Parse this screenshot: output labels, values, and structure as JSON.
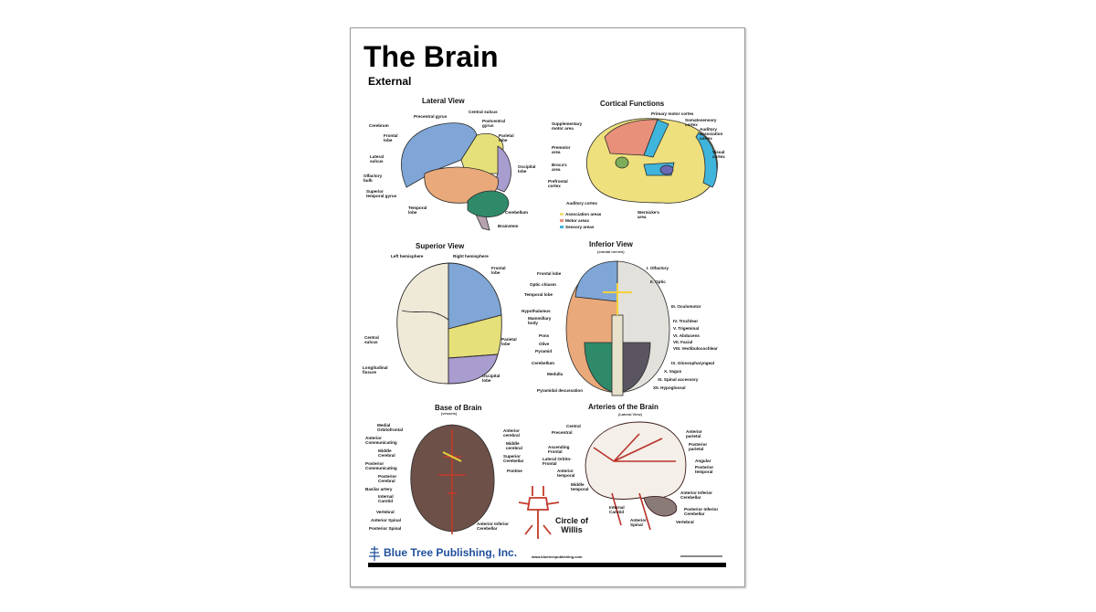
{
  "poster": {
    "title": "The Brain",
    "subtitle": "External",
    "publisher": "Blue Tree Publishing, Inc.",
    "website": "www.bluetreepublishing.com"
  },
  "colors": {
    "frontal": "#7fa6d6",
    "parietal": "#e6e07a",
    "occipital": "#a99ccf",
    "temporal": "#e9a97a",
    "cerebellum": "#2f8a6a",
    "association": "#efe07e",
    "motor": "#e8907a",
    "sensory": "#3fb5dc",
    "artery": "#b8322a",
    "logo_blue": "#1f4f9c"
  },
  "sections": {
    "lateral": {
      "title": "Lateral View",
      "labels": [
        "Precentral gyrus",
        "Central sulcus",
        "Cerebrum",
        "Postcentral\ngyrus",
        "Frontal\nlobe",
        "Parietal\nlobe",
        "Lateral\nsulcus",
        "Occipital\nlobe",
        "Olfactory\nbulb",
        "Superior\ntemporal gyrus",
        "Temporal\nlobe",
        "Cerebellum",
        "Brainstem"
      ]
    },
    "cortical": {
      "title": "Cortical Functions",
      "labels": [
        "Primary motor cortex",
        "Supplementary\nmotor area",
        "Somatosensory\ncortex",
        "Auditory\nassociation\ncortex",
        "Premotor\narea",
        "Broca's\narea",
        "Visual\ncortex",
        "Prefrontal\ncortex",
        "Auditory cortex",
        "Wernicke's\narea"
      ],
      "legend": [
        "Association areas",
        "Motor areas",
        "Sensory areas"
      ]
    },
    "superior": {
      "title": "Superior View",
      "labels": [
        "Left hemisphere",
        "Right hemisphere",
        "Frontal\nlobe",
        "Central\nsulcus",
        "Parietal\nlobe",
        "Longitudinal\nfissure",
        "Occipital\nlobe"
      ]
    },
    "inferior": {
      "title": "Inferior View",
      "subtitle": "(cranial nerves)",
      "labels": [
        "Frontal lobe",
        "Optic chiasm",
        "Temporal lobe",
        "Hypothalamus",
        "Mammillary\nbody",
        "Pons",
        "Olive",
        "Pyramid",
        "Cerebellum",
        "Medulla",
        "Pyramidal decussation",
        "I. Olfactory",
        "II. Optic",
        "III. Oculomotor",
        "IV. Trochlear",
        "V. Trigeminal",
        "VI. Abducens",
        "VII. Facial",
        "VIII. Vestibulocochlear",
        "IX. Glossopharyngeal",
        "X. Vagus",
        "XI. Spinal accessory",
        "XII. Hypoglossal"
      ]
    },
    "base": {
      "title": "Base of Brain",
      "subtitle": "(vessels)",
      "labels": [
        "Medial\nOrbitofrontal",
        "Anterior\nCommunicating",
        "Middle\nCerebral",
        "Posterior\nCommunicating",
        "Posterior\nCerebral",
        "Basilar artery",
        "Internal\nCarotid",
        "Vertebral",
        "Anterior Spinal",
        "Posterior Spinal",
        "Anterior\ncerebral",
        "Middle\ncerebral",
        "Superior\nCerebellar",
        "Pontine",
        "Anterior Inferior\nCerebellar"
      ]
    },
    "arteries": {
      "title": "Arteries of the Brain",
      "subtitle": "(Lateral View)",
      "labels": [
        "Central",
        "Precentral",
        "Ascending\nFrontal",
        "Lateral Orbito-\nFrontal",
        "Anterior\ntemporal",
        "Middle\ntemporal",
        "Anterior\nparietal",
        "Posterior\nparietal",
        "Angular",
        "Posterior\ntemporal",
        "Anterior Inferior\nCerebellar",
        "Internal\nCarotid",
        "Posterior Inferior\nCerebellar",
        "Anterior\nSpinal",
        "Vertebral"
      ]
    },
    "willis": {
      "title": "Circle of\nWillis"
    }
  }
}
